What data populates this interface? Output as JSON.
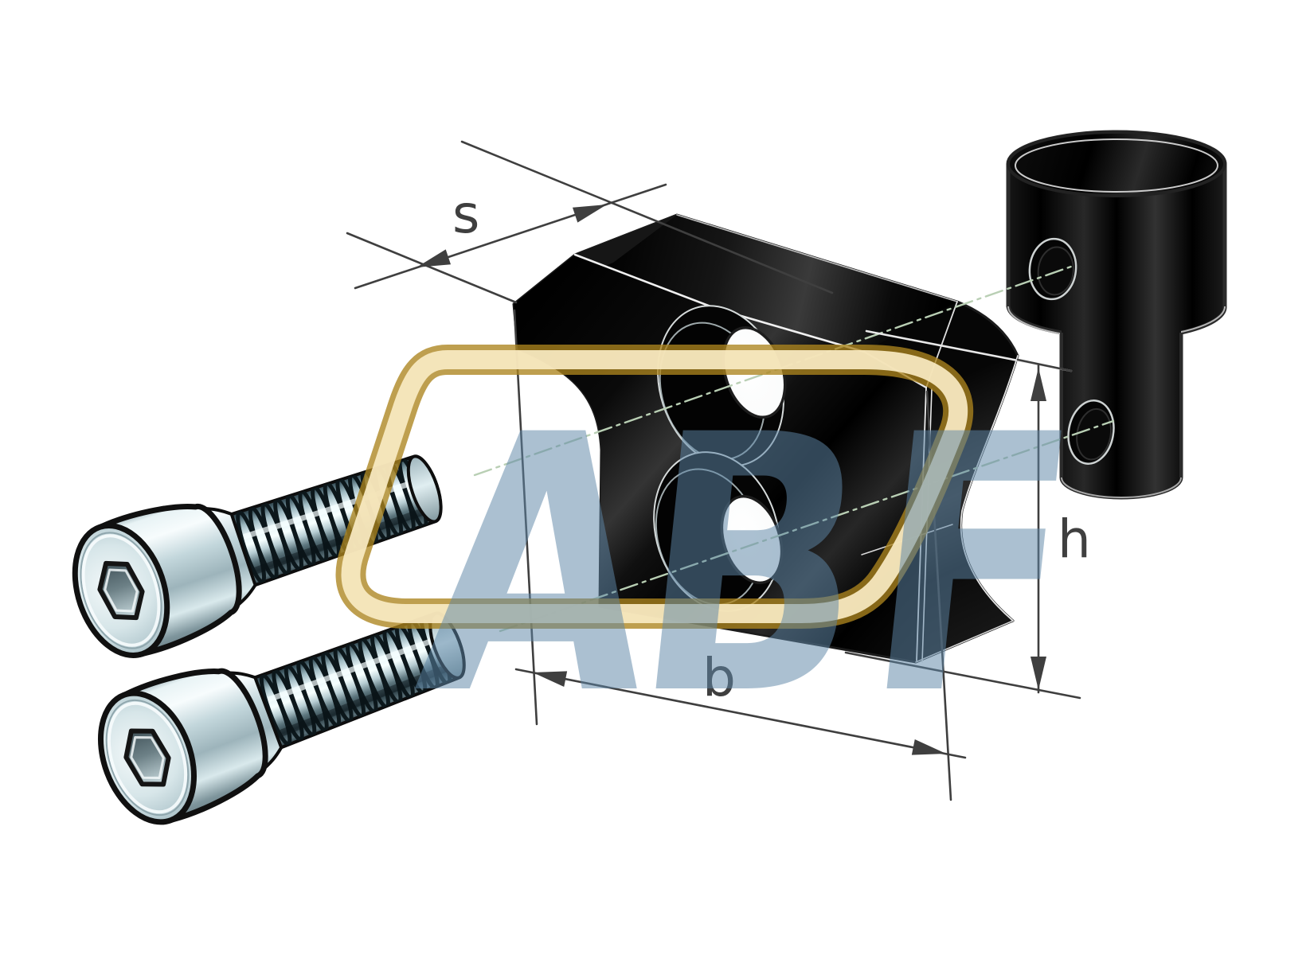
{
  "figure": {
    "kind": "technical-illustration",
    "description": "Exploded isometric CAD illustration of a black clamping stop block with two counterbored holes, two zinc-plated hex socket head cap screws, and a black stepped locating pin with cross holes",
    "background_color": "#ffffff"
  },
  "dimensions": {
    "s": {
      "label": "s",
      "meaning": "block thickness dimension"
    },
    "b": {
      "label": "b",
      "meaning": "block width dimension"
    },
    "h": {
      "label": "h",
      "meaning": "block height dimension"
    }
  },
  "watermark": {
    "text": "ABF",
    "letters": [
      "A",
      "B",
      "F"
    ],
    "band_color": "#e9cc72",
    "band_edge_color": "#ac8420",
    "letter_color": "#5d87a7"
  },
  "parts": [
    {
      "name": "socket-head-cap-screw-upper"
    },
    {
      "name": "socket-head-cap-screw-lower"
    },
    {
      "name": "clamping-block"
    },
    {
      "name": "stepped-stop-pin"
    }
  ],
  "colors": {
    "part_black": "#0a0a0a",
    "metal_light": "#eef8fa",
    "metal_mid": "#b6cdd4",
    "metal_dark": "#5f757c",
    "centerline_green": "#b9cfb4",
    "dimension_gray": "#3f3f3f",
    "edge_highlight": "#ececec"
  }
}
